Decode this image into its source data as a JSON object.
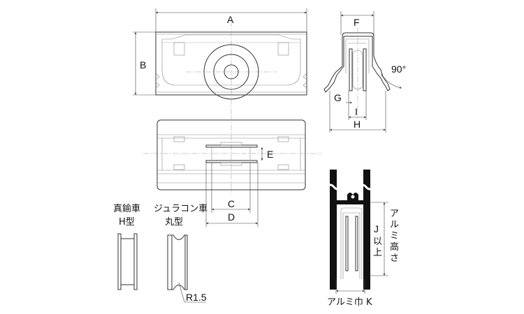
{
  "dims": {
    "A": "A",
    "B": "B",
    "C": "C",
    "D": "D",
    "E": "E",
    "F": "F",
    "G": "G",
    "H": "H",
    "I": "I",
    "angle": "90°"
  },
  "wheel_types": {
    "brass": {
      "name": "真鍮車",
      "shape": "H型"
    },
    "duracon": {
      "name": "ジュラコン車",
      "shape": "丸型",
      "radius": "R1.5"
    }
  },
  "section": {
    "j": "J",
    "j_suffix_1": "以",
    "j_suffix_2": "上",
    "height_label": [
      "ア",
      "ル",
      "ミ",
      "高",
      "さ"
    ],
    "width_label": "アルミ巾 K"
  }
}
